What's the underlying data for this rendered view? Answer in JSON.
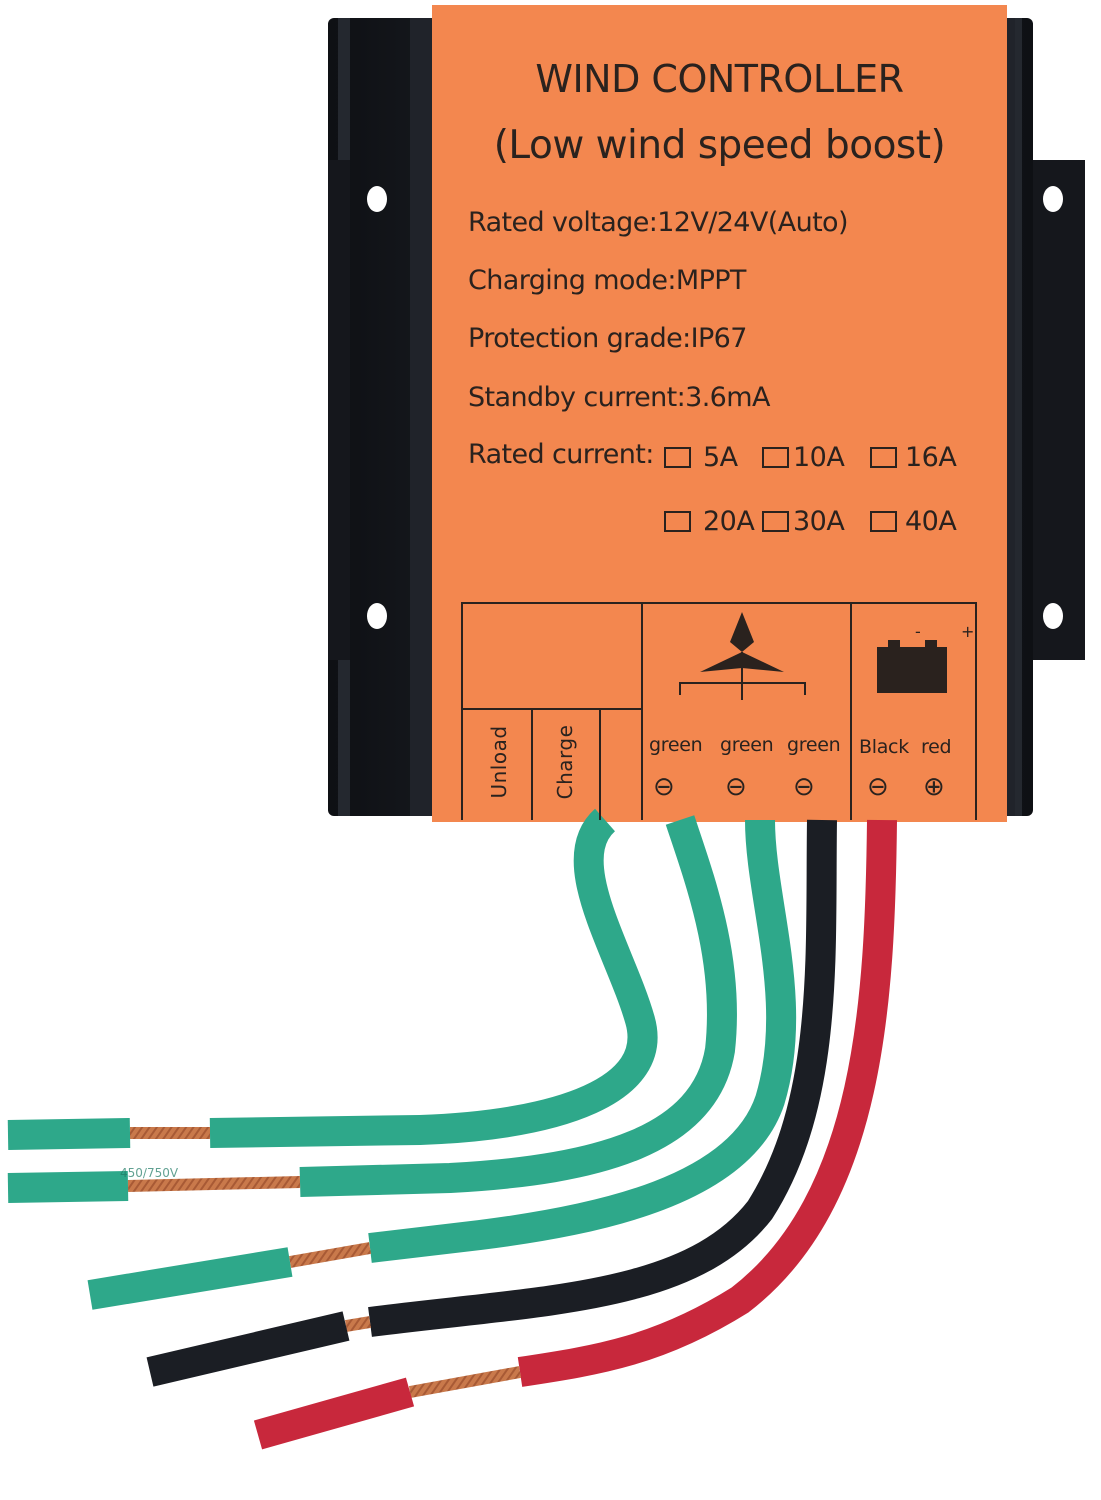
{
  "label": {
    "title_line1": "WIND CONTROLLER",
    "title_line2": "(Low wind speed boost)",
    "specs": {
      "voltage": "Rated voltage:12V/24V(Auto)",
      "mode": "Charging mode:MPPT",
      "grade": "Protection grade:IP67",
      "standby": "Standby current:3.6mA",
      "current": "Rated current:"
    },
    "current_options": [
      "5A",
      "10A",
      "16A",
      "20A",
      "30A",
      "40A"
    ],
    "panel": {
      "unload": "Unload",
      "charge": "Charge",
      "wire1": "green",
      "wire2": "green",
      "wire3": "green",
      "wire4": "Black",
      "wire5": "red",
      "battery_minus": "-",
      "battery_plus": "+",
      "term_minus": "⊖",
      "term_plus": "⊕"
    }
  },
  "cable_print": "450/750V",
  "colors": {
    "label_orange": "#f3874f",
    "housing_black": "#16181d",
    "wire_green": "#2ea88a",
    "wire_black": "#1b1e24",
    "wire_red": "#c8283c",
    "copper": "#c9794b"
  }
}
